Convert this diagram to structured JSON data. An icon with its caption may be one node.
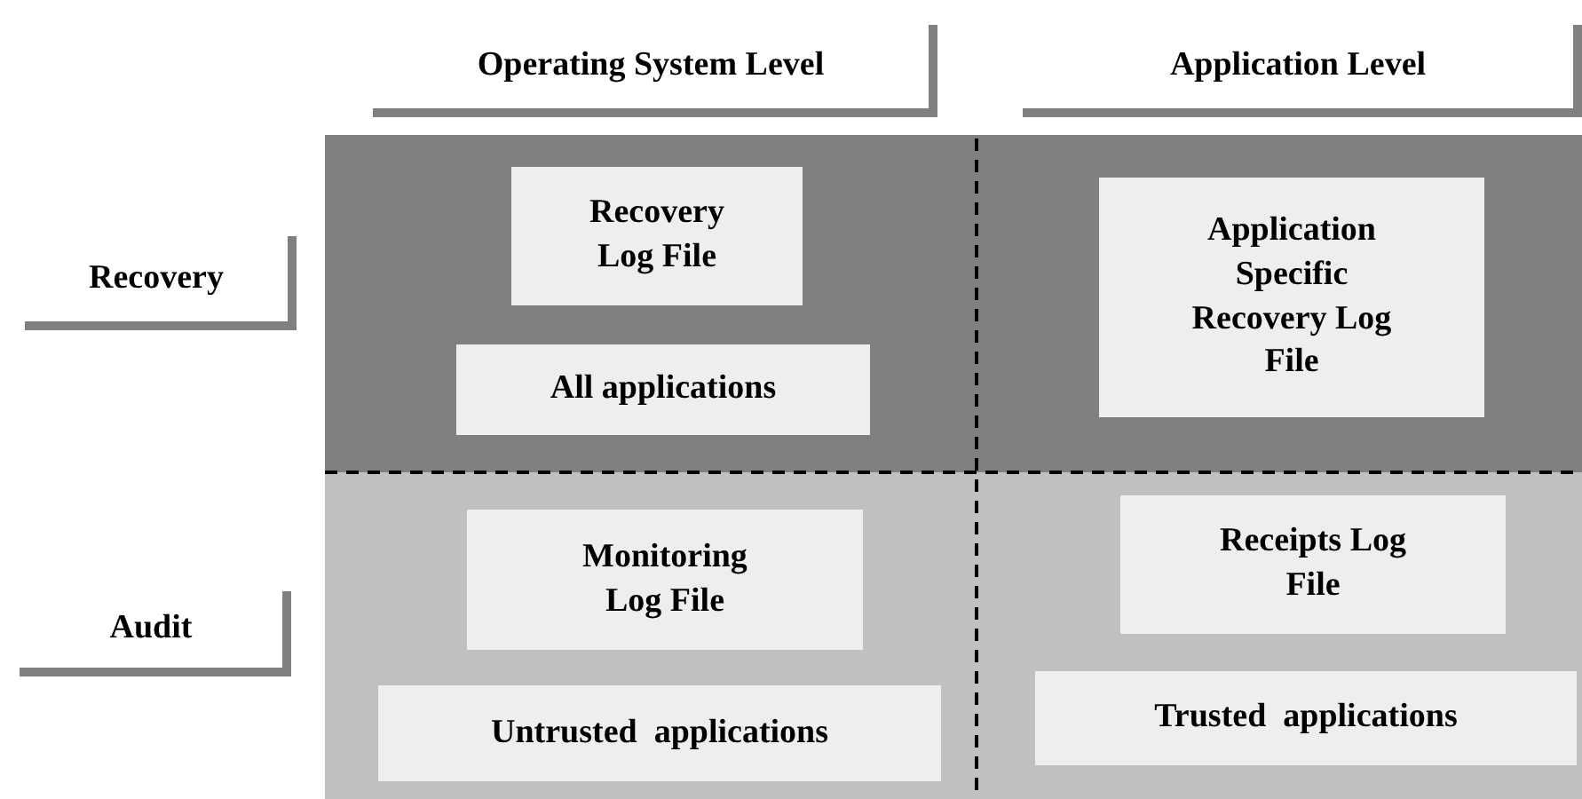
{
  "diagram": {
    "nodes": [
      {
        "text": [
          "Operating System Level"
        ]
      },
      {
        "text": [
          "Application Level"
        ]
      },
      {
        "text": [
          "Recovery"
        ]
      },
      {
        "text": [],
        "shape": "box"
      },
      {
        "text": [
          "Recovery Log File"
        ],
        "in": 3
      },
      {
        "text": [
          "All applications"
        ],
        "in": 3
      },
      {
        "text": [
          "Application Specific Recovery Log File"
        ],
        "in": 3
      },
      {
        "text": [
          "Audit"
        ]
      },
      {
        "text": [],
        "shape": "box"
      },
      {
        "text": [
          "Monitoring Log File"
        ],
        "in": 8
      },
      {
        "text": [
          "Untrusted  applications"
        ],
        "in": 8
      },
      {
        "text": [
          "Receipts Log File"
        ],
        "in": 8
      },
      {
        "text": [
          "Trusted  applications"
        ],
        "in": 8
      }
    ]
  }
}
